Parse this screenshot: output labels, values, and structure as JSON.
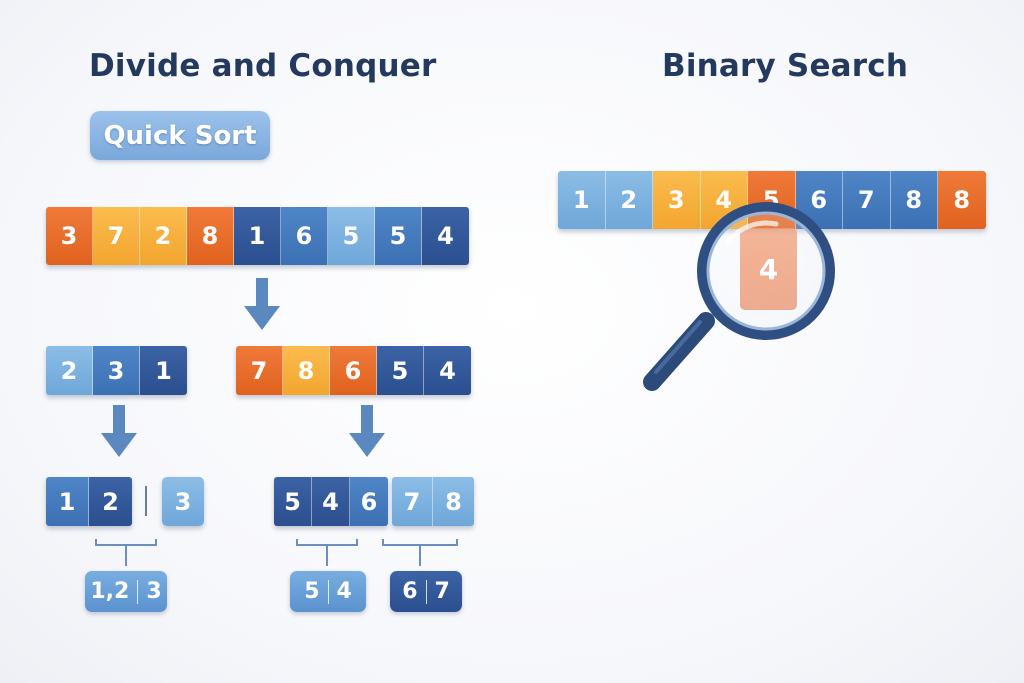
{
  "titles": {
    "left": "Divide and Conquer",
    "right": "Binary Search"
  },
  "quick_sort_label": "Quick Sort",
  "colors": {
    "orange": "#e8692a",
    "yellow": "#f7b13e",
    "light_blue": "#7db2e0",
    "mid_blue": "#4679bd",
    "dark_blue": "#2f5597"
  },
  "top_array": [
    {
      "v": "3",
      "c": "orange"
    },
    {
      "v": "7",
      "c": "yellow"
    },
    {
      "v": "2",
      "c": "yellow"
    },
    {
      "v": "8",
      "c": "orange"
    },
    {
      "v": "1",
      "c": "dark"
    },
    {
      "v": "6",
      "c": "mid"
    },
    {
      "v": "5",
      "c": "light"
    },
    {
      "v": "5",
      "c": "mid"
    },
    {
      "v": "4",
      "c": "dark"
    }
  ],
  "left_partition": [
    {
      "v": "2",
      "c": "light"
    },
    {
      "v": "3",
      "c": "mid"
    },
    {
      "v": "1",
      "c": "dark"
    }
  ],
  "right_partition": [
    {
      "v": "7",
      "c": "orange"
    },
    {
      "v": "8",
      "c": "yellow"
    },
    {
      "v": "6",
      "c": "orange"
    },
    {
      "v": "5",
      "c": "dark"
    },
    {
      "v": "4",
      "c": "dark"
    }
  ],
  "left_sub_a": [
    {
      "v": "1",
      "c": "mid"
    },
    {
      "v": "2",
      "c": "dark"
    }
  ],
  "left_sub_b": [
    {
      "v": "3",
      "c": "light"
    }
  ],
  "right_sub_a": [
    {
      "v": "5",
      "c": "dark"
    },
    {
      "v": "4",
      "c": "dark"
    },
    {
      "v": "6",
      "c": "mid"
    }
  ],
  "right_sub_b": [
    {
      "v": "7",
      "c": "light"
    },
    {
      "v": "8",
      "c": "light"
    }
  ],
  "results": {
    "left": [
      "1,2",
      "3"
    ],
    "right_a": [
      "5",
      "4"
    ],
    "right_b": [
      "6",
      "7"
    ]
  },
  "search_array": [
    {
      "v": "1",
      "c": "light"
    },
    {
      "v": "2",
      "c": "light"
    },
    {
      "v": "3",
      "c": "yellow"
    },
    {
      "v": "4",
      "c": "yellow"
    },
    {
      "v": "5",
      "c": "orange"
    },
    {
      "v": "6",
      "c": "mid"
    },
    {
      "v": "7",
      "c": "mid"
    },
    {
      "v": "8",
      "c": "mid"
    },
    {
      "v": "8",
      "c": "orange"
    }
  ],
  "search_target": "4",
  "icons": {
    "arrow": "down-arrow-icon",
    "magnifier": "magnifying-glass-icon"
  }
}
